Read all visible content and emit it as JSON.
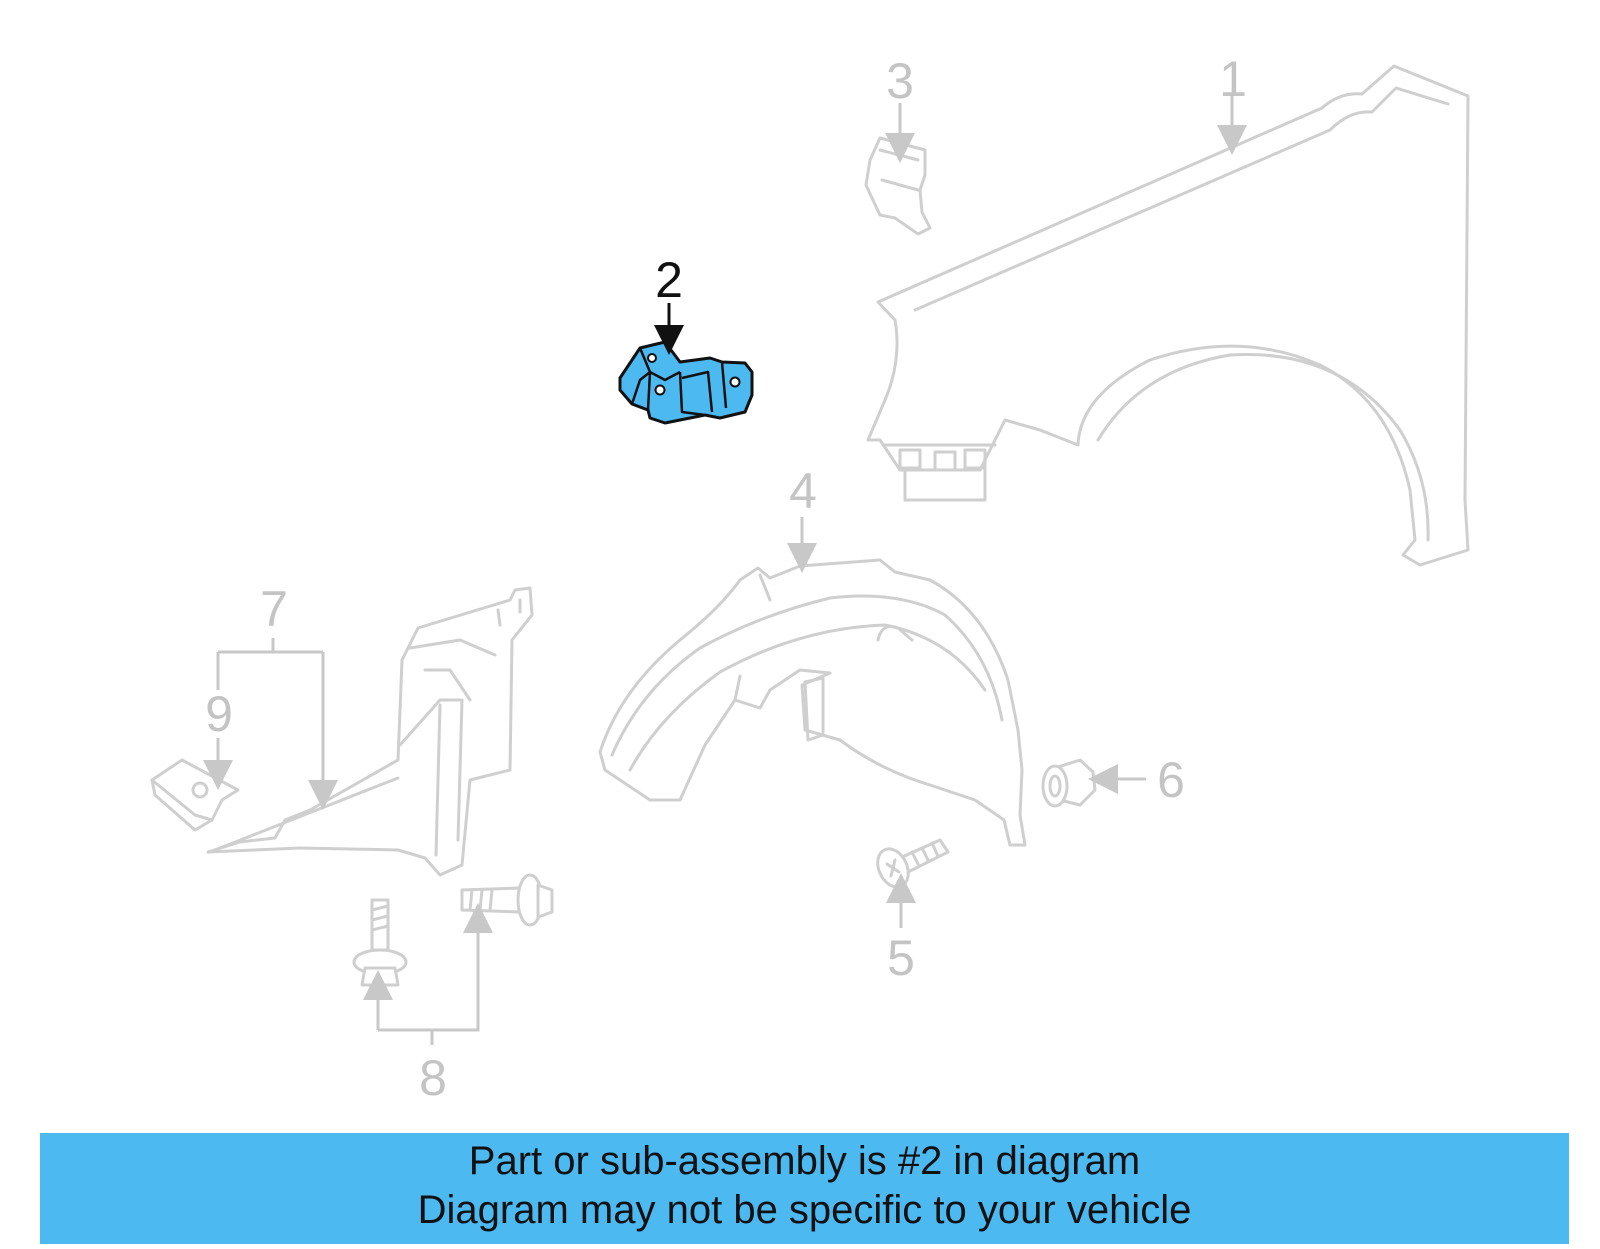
{
  "diagram": {
    "callouts": [
      "1",
      "2",
      "3",
      "4",
      "5",
      "6",
      "7",
      "8",
      "9"
    ],
    "highlighted_callout": "2",
    "colors": {
      "highlight": "#4cb9f1",
      "ghost_line": "#cfcfcf",
      "callout_dim": "#c4c4c4",
      "callout_active": "#111111"
    }
  },
  "banner": {
    "line1": "Part or sub-assembly is #2 in diagram",
    "line2": "Diagram may not be specific to your vehicle"
  }
}
